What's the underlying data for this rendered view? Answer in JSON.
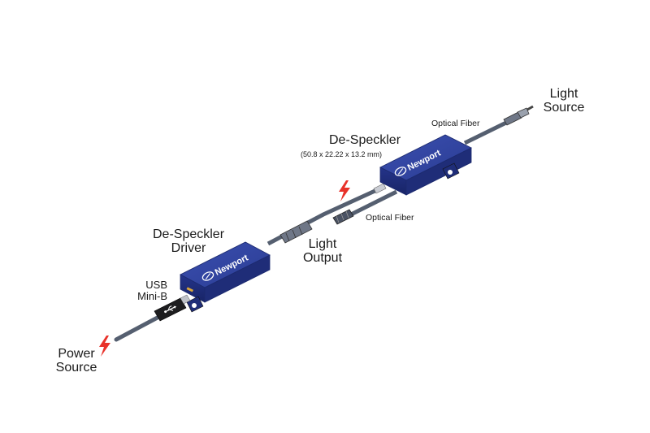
{
  "labels": {
    "light_source": [
      "Light",
      "Source"
    ],
    "optical_fiber_top": "Optical Fiber",
    "despeckler_title": "De-Speckler",
    "despeckler_dims": "(50.8 x 22.22 x 13.2 mm)",
    "optical_fiber_bottom": "Optical Fiber",
    "driver_title": [
      "De-Speckler",
      "Driver"
    ],
    "light_output": [
      "Light",
      "Output"
    ],
    "usb": [
      "USB",
      "Mini-B"
    ],
    "power_source": [
      "Power",
      "Source"
    ]
  },
  "logo_text": "Newport",
  "colors": {
    "housing": "#2a3c93",
    "housing_dark": "#1c2a6e",
    "fiber": "#555f70",
    "bolt": "#e8322a"
  },
  "icons": [
    "lightning-bolt-icon",
    "newport-logo-icon",
    "usb-icon"
  ]
}
